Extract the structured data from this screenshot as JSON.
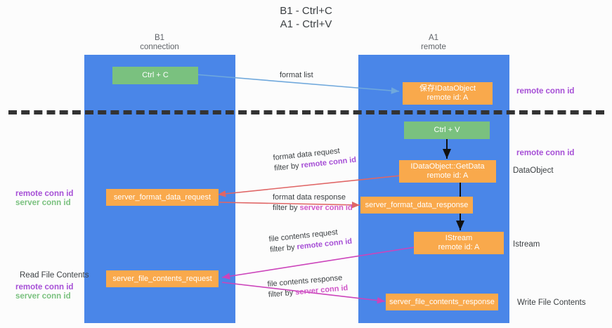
{
  "title": {
    "line1": "B1 - Ctrl+C",
    "line2": "A1 - Ctrl+V"
  },
  "columns": [
    {
      "name": "B1",
      "role": "connection"
    },
    {
      "name": "A1",
      "role": "remote"
    }
  ],
  "nodes": {
    "ctrl_c": {
      "label": "Ctrl + C",
      "sub": ""
    },
    "data_object": {
      "label": "保存IDataObject",
      "sub": "remote id: A"
    },
    "ctrl_v": {
      "label": "Ctrl + V",
      "sub": ""
    },
    "get_data": {
      "label": "IDataObject::GetData",
      "sub": "remote id: A"
    },
    "server_format_data_request": {
      "label": "server_format_data_request",
      "sub": ""
    },
    "server_format_data_response": {
      "label": "server_format_data_response",
      "sub": ""
    },
    "istream": {
      "label": "IStream",
      "sub": "remote id: A"
    },
    "server_file_contents_request": {
      "label": "server_file_contents_request",
      "sub": ""
    },
    "server_file_contents_response": {
      "label": "server_file_contents_response",
      "sub": ""
    }
  },
  "edges": {
    "format_list": {
      "line1": "format list",
      "line2": ""
    },
    "format_data_request": {
      "line1": "format data request",
      "filter_prefix": "filter by ",
      "filter_token": "remote conn id"
    },
    "format_data_response": {
      "line1": "format data response",
      "filter_prefix": "filter by ",
      "filter_token": "server conn id"
    },
    "file_contents_request": {
      "line1": "file contents request",
      "filter_prefix": "filter by ",
      "filter_token": "remote conn id"
    },
    "file_contents_response": {
      "line1": "file contents response",
      "filter_prefix": "filter by ",
      "filter_token": "server conn id"
    }
  },
  "annotations": {
    "right_remote_conn_id_top": "remote conn id",
    "right_remote_conn_id_mid": "remote conn id",
    "right_data_object": "DataObject",
    "right_istream": "Istream",
    "right_write_file_contents": "Write File Contents",
    "left_remote_conn_id_mid": "remote conn id",
    "left_server_conn_id_mid": "server conn id",
    "left_read_file_contents": "Read File Contents",
    "left_remote_conn_id_bottom": "remote conn id",
    "left_server_conn_id_bottom": "server conn id"
  },
  "colors": {
    "lane": "#4a86e8",
    "green_node": "#7ac17f",
    "orange_node": "#f9a94c",
    "remote_conn": "#a64fd6",
    "server_conn": "#7ac17f",
    "server_conn_magenta": "#d055c8",
    "arrow_blue": "#6fa8dc",
    "arrow_red": "#e06666",
    "arrow_magenta": "#cc44bb",
    "arrow_black": "#111111",
    "dash": "#333333"
  }
}
